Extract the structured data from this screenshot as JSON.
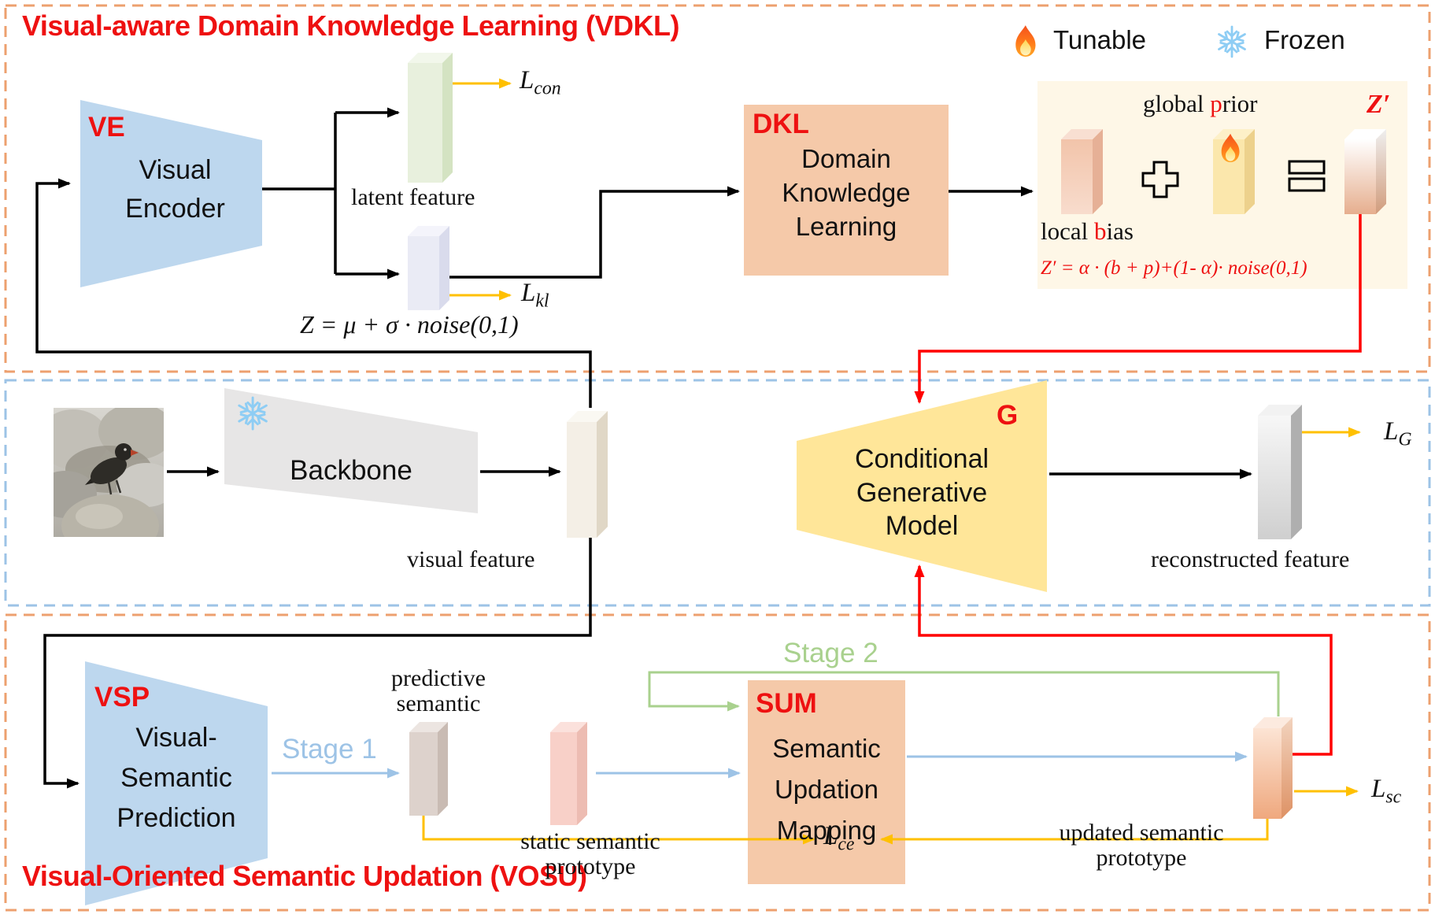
{
  "diagram": {
    "sections": {
      "vdkl_title": "Visual-aware Domain Knowledge Learning (VDKL)",
      "vosu_title": "Visual-Oriented Semantic Updation (VOSU)"
    },
    "legend": {
      "tunable_label": "Tunable",
      "frozen_label": "Frozen",
      "tunable_icon": "flame-icon",
      "frozen_icon": "snowflake-icon"
    },
    "blocks": {
      "visual_encoder": {
        "tag": "VE",
        "lines": [
          "Visual",
          "Encoder"
        ]
      },
      "dkl": {
        "tag": "DKL",
        "lines": [
          "Domain",
          "Knowledge",
          "Learning"
        ]
      },
      "backbone": {
        "label": "Backbone",
        "frozen_icon": "snowflake-icon"
      },
      "generator": {
        "tag": "G",
        "lines": [
          "Conditional",
          "Generative",
          "Model"
        ]
      },
      "vsp": {
        "tag": "VSP",
        "lines": [
          "Visual-",
          "Semantic",
          "Prediction"
        ]
      },
      "sum": {
        "tag": "SUM",
        "lines": [
          "Semantic",
          "Updation",
          "Mapping"
        ]
      }
    },
    "features": {
      "latent": "latent feature",
      "visual": "visual feature",
      "reconstructed": "reconstructed feature",
      "predictive": {
        "line1": "predictive",
        "line2": "semantic"
      },
      "static_prototype": {
        "line1": "static semantic",
        "line2": "prototype"
      },
      "updated_prototype": {
        "line1": "updated semantic",
        "line2": "prototype"
      }
    },
    "prior_panel": {
      "global_prior": {
        "pre": "global ",
        "red": "p",
        "post": "rior"
      },
      "local_bias": {
        "pre": "local ",
        "red": "b",
        "post": "ias"
      },
      "z_prime_label": "Z′",
      "formula": "Z′ = α · (b + p)+(1- α)· noise(0,1)",
      "tunable_icon": "flame-icon"
    },
    "formulas": {
      "z": "Z =  μ + σ · noise(0,1)"
    },
    "losses": {
      "con": {
        "base": "L",
        "sub": "con"
      },
      "kl": {
        "base": "L",
        "sub": "kl"
      },
      "g": {
        "base": "L",
        "sub": "G"
      },
      "sc": {
        "base": "L",
        "sub": "sc"
      },
      "ce": {
        "base": "L",
        "sub": "ce"
      }
    },
    "stages": {
      "stage1": "Stage 1",
      "stage2": "Stage 2"
    },
    "colors": {
      "accent_red": "#ee1111",
      "encoder_blue": "#BDD7EE",
      "backbone_gray": "#E7E6E6",
      "generator_yellow": "#FFE699",
      "module_salmon": "#F5C9A9",
      "prior_panel_cream": "#FEF7E7",
      "loss_arrow_yellow": "#FFC000",
      "stage1_blue": "#9DC3E6",
      "stage2_green": "#A9D18E",
      "border_orange": "#EDA06F",
      "border_blue": "#9DC3E6"
    }
  }
}
